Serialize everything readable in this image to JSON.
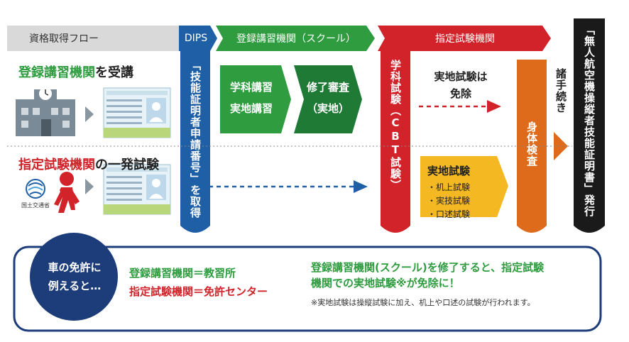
{
  "header": {
    "flow_label": "資格取得フロー",
    "dips": "DIPS",
    "school": "登録講習機関（スクール）",
    "designated": "指定試験機関"
  },
  "routes": {
    "school_route": {
      "highlight": "登録講習機関",
      "rest": "を受講"
    },
    "direct_route": {
      "highlight": "指定試験機関",
      "rest": "の一発試験"
    }
  },
  "ministry_logo_text": "国土交通省",
  "dips_column": "「技能証明者申請番号」を取得",
  "school_boxes": {
    "lectures": [
      "学科講習",
      "実地講習"
    ],
    "review": [
      "修了審査",
      "（実地）"
    ]
  },
  "designated_column": {
    "written_exam": "学科試験（CBT試験）",
    "exempt": [
      "実地試験は",
      "免除"
    ],
    "practical_title": "実地試験",
    "practical_items": [
      "・机上試験",
      "・実技試験",
      "・口述試験"
    ],
    "physical_exam": "身体検査"
  },
  "procedures": "諸手続き",
  "certificate": "「無人航空機操縦者技能証明書」発行",
  "analogy": {
    "circle": [
      "車の免許に",
      "例えると…"
    ],
    "school_eq": "登録講習機関＝教習所",
    "designated_eq": "指定試験機関＝免許センター",
    "message": [
      "登録講習機関(スクール)を修了すると、指定試験",
      "機関での実地試験※が免除に！"
    ],
    "note": "※実地試験は操縦試験に加え、机上や口述の試験が行われます。"
  },
  "colors": {
    "gray_band": "#d9d9d9",
    "dips_blue": "#1f5fa6",
    "green": "#2e9c3f",
    "dark_green": "#1f7a36",
    "red": "#d2232a",
    "orange": "#de6b1b",
    "yellow": "#f4b822",
    "navy": "#1c3c7a",
    "black": "#1a1a1a"
  }
}
